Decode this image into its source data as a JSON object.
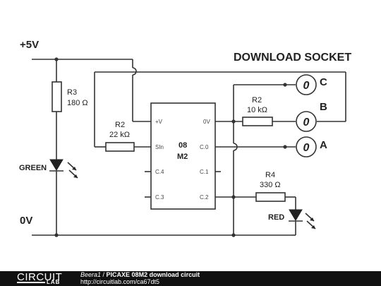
{
  "rails": {
    "vplus": "+5V",
    "zero": "0V"
  },
  "title": "DOWNLOAD SOCKET",
  "chip": {
    "line1": "08",
    "line2": "M2"
  },
  "pins": {
    "vplus": "+V",
    "sin": "SIn",
    "c4": "C.4",
    "c3": "C.3",
    "zerov": "0V",
    "c0": "C.0",
    "c1": "C.1",
    "c2": "C.2"
  },
  "components": {
    "r3": {
      "name": "R3",
      "value": "180 Ω"
    },
    "r2_left": {
      "name": "R2",
      "value": "22 kΩ"
    },
    "r2_right": {
      "name": "R2",
      "value": "10 kΩ"
    },
    "r4": {
      "name": "R4",
      "value": "330 Ω"
    },
    "led_green": "GREEN",
    "led_red": "RED"
  },
  "terminals": {
    "c": "C",
    "b": "B",
    "a": "A",
    "symbol": "0"
  },
  "footer": {
    "logo_top": "CIRCUIT",
    "logo_bottom": "LAB",
    "author": "Beera1",
    "separator": " / ",
    "circuit_name": "PICAXE 08M2 download circuit",
    "url": "http://circuitlab.com/ca67dt5"
  }
}
